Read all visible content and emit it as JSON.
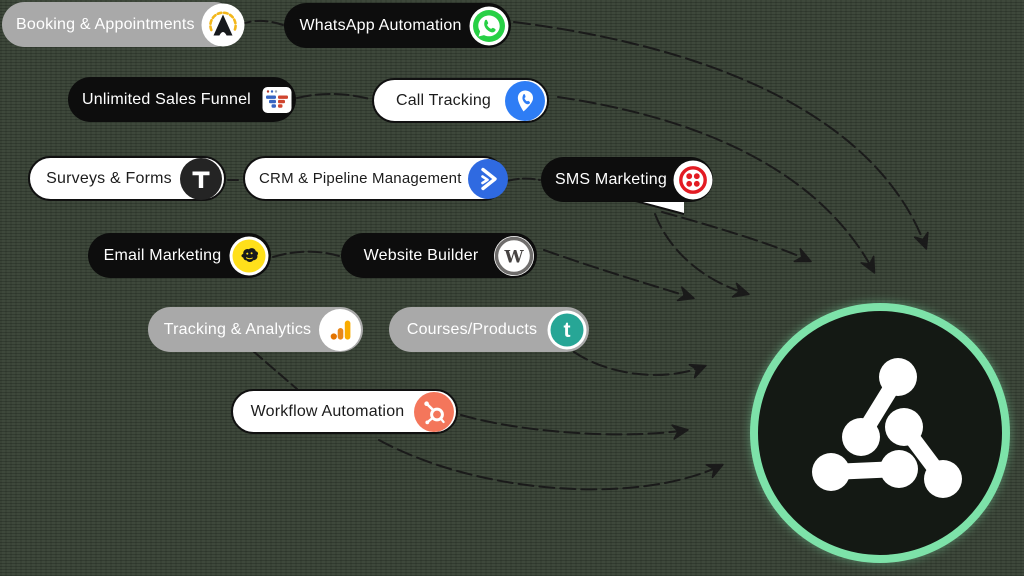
{
  "background": {
    "color": "#3e483b"
  },
  "pills": [
    {
      "label": "Booking & Appointments",
      "variant": "gray",
      "icon": "booking-appointments-icon"
    },
    {
      "label": "WhatsApp Automation",
      "variant": "black",
      "icon": "whatsapp-icon",
      "icon_color": "#27d045"
    },
    {
      "label": "Unlimited Sales Funnel",
      "variant": "black",
      "icon": "clickfunnels-icon",
      "icon_color": "#3865c2"
    },
    {
      "label": "Call Tracking",
      "variant": "white",
      "icon": "call-tracking-pin-icon",
      "icon_color": "#2e7df5"
    },
    {
      "label": "Surveys & Forms",
      "variant": "white",
      "icon": "typeform-icon",
      "icon_color": "#242424"
    },
    {
      "label": "CRM & Pipeline Management",
      "variant": "white",
      "icon": "activecampaign-icon",
      "icon_color": "#2f6ae1"
    },
    {
      "label": "SMS Marketing",
      "variant": "black",
      "icon": "twilio-icon",
      "icon_color": "#e31b23"
    },
    {
      "label": "Email Marketing",
      "variant": "black",
      "icon": "mailchimp-icon",
      "icon_color": "#ffe01b"
    },
    {
      "label": "Website Builder",
      "variant": "black",
      "icon": "wordpress-icon",
      "icon_color": "#464342"
    },
    {
      "label": "Tracking & Analytics",
      "variant": "gray",
      "icon": "google-analytics-icon",
      "icon_color": "#f9ab00"
    },
    {
      "label": "Courses/Products",
      "variant": "gray",
      "icon": "teachable-icon",
      "icon_color": "#27a696"
    },
    {
      "label": "Workflow Automation",
      "variant": "white",
      "icon": "hubspot-icon",
      "icon_color": "#f4765b"
    }
  ],
  "variant_colors": {
    "gray": "#a9a9a9",
    "black": "#0d0d0d",
    "white": "#ffffff"
  },
  "hub": {
    "name": "molecule-network-logo",
    "ring_color": "#7de2a9",
    "fill_color": "#141914",
    "glyph_color": "#ffffff"
  },
  "arrows": {
    "color": "#1a1a1a",
    "style": "dashed",
    "links_to_hub": [
      "WhatsApp Automation",
      "Call Tracking",
      "SMS Marketing",
      "SMS Marketing",
      "Website Builder",
      "Courses/Products",
      "Workflow Automation",
      "Workflow Automation"
    ],
    "pill_connectors": [
      "Booking & Appointments → WhatsApp Automation",
      "Unlimited Sales Funnel → Call Tracking",
      "Surveys & Forms → CRM & Pipeline Management",
      "CRM & Pipeline Management → SMS Marketing",
      "Email Marketing → Website Builder",
      "Tracking & Analytics → Workflow Automation"
    ]
  }
}
